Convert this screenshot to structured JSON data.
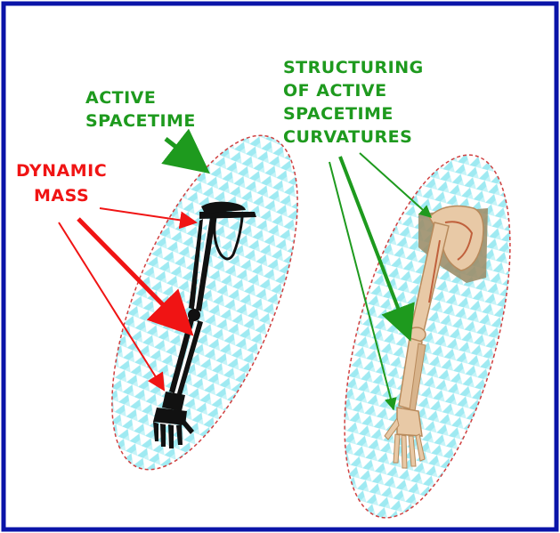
{
  "labels": {
    "active_spacetime_line1": "ACTIVE",
    "active_spacetime_line2": "SPACETIME",
    "dynamic_mass_line1": "DYNAMIC",
    "dynamic_mass_line2": "MASS",
    "structuring_line1": "STRUCTURING",
    "structuring_line2": "OF ACTIVE",
    "structuring_line3": "SPACETIME",
    "structuring_line4": "CURVATURES"
  },
  "colors": {
    "border": "#0a14a8",
    "green": "#1e9a1e",
    "red": "#f01414",
    "cyan": "#9feaf2",
    "ellipse_edge": "#d04040",
    "bone": "#e8c9a6",
    "bone_dark": "#b88a5c",
    "shadow": "#9c8f6c",
    "skeleton": "#111111"
  }
}
